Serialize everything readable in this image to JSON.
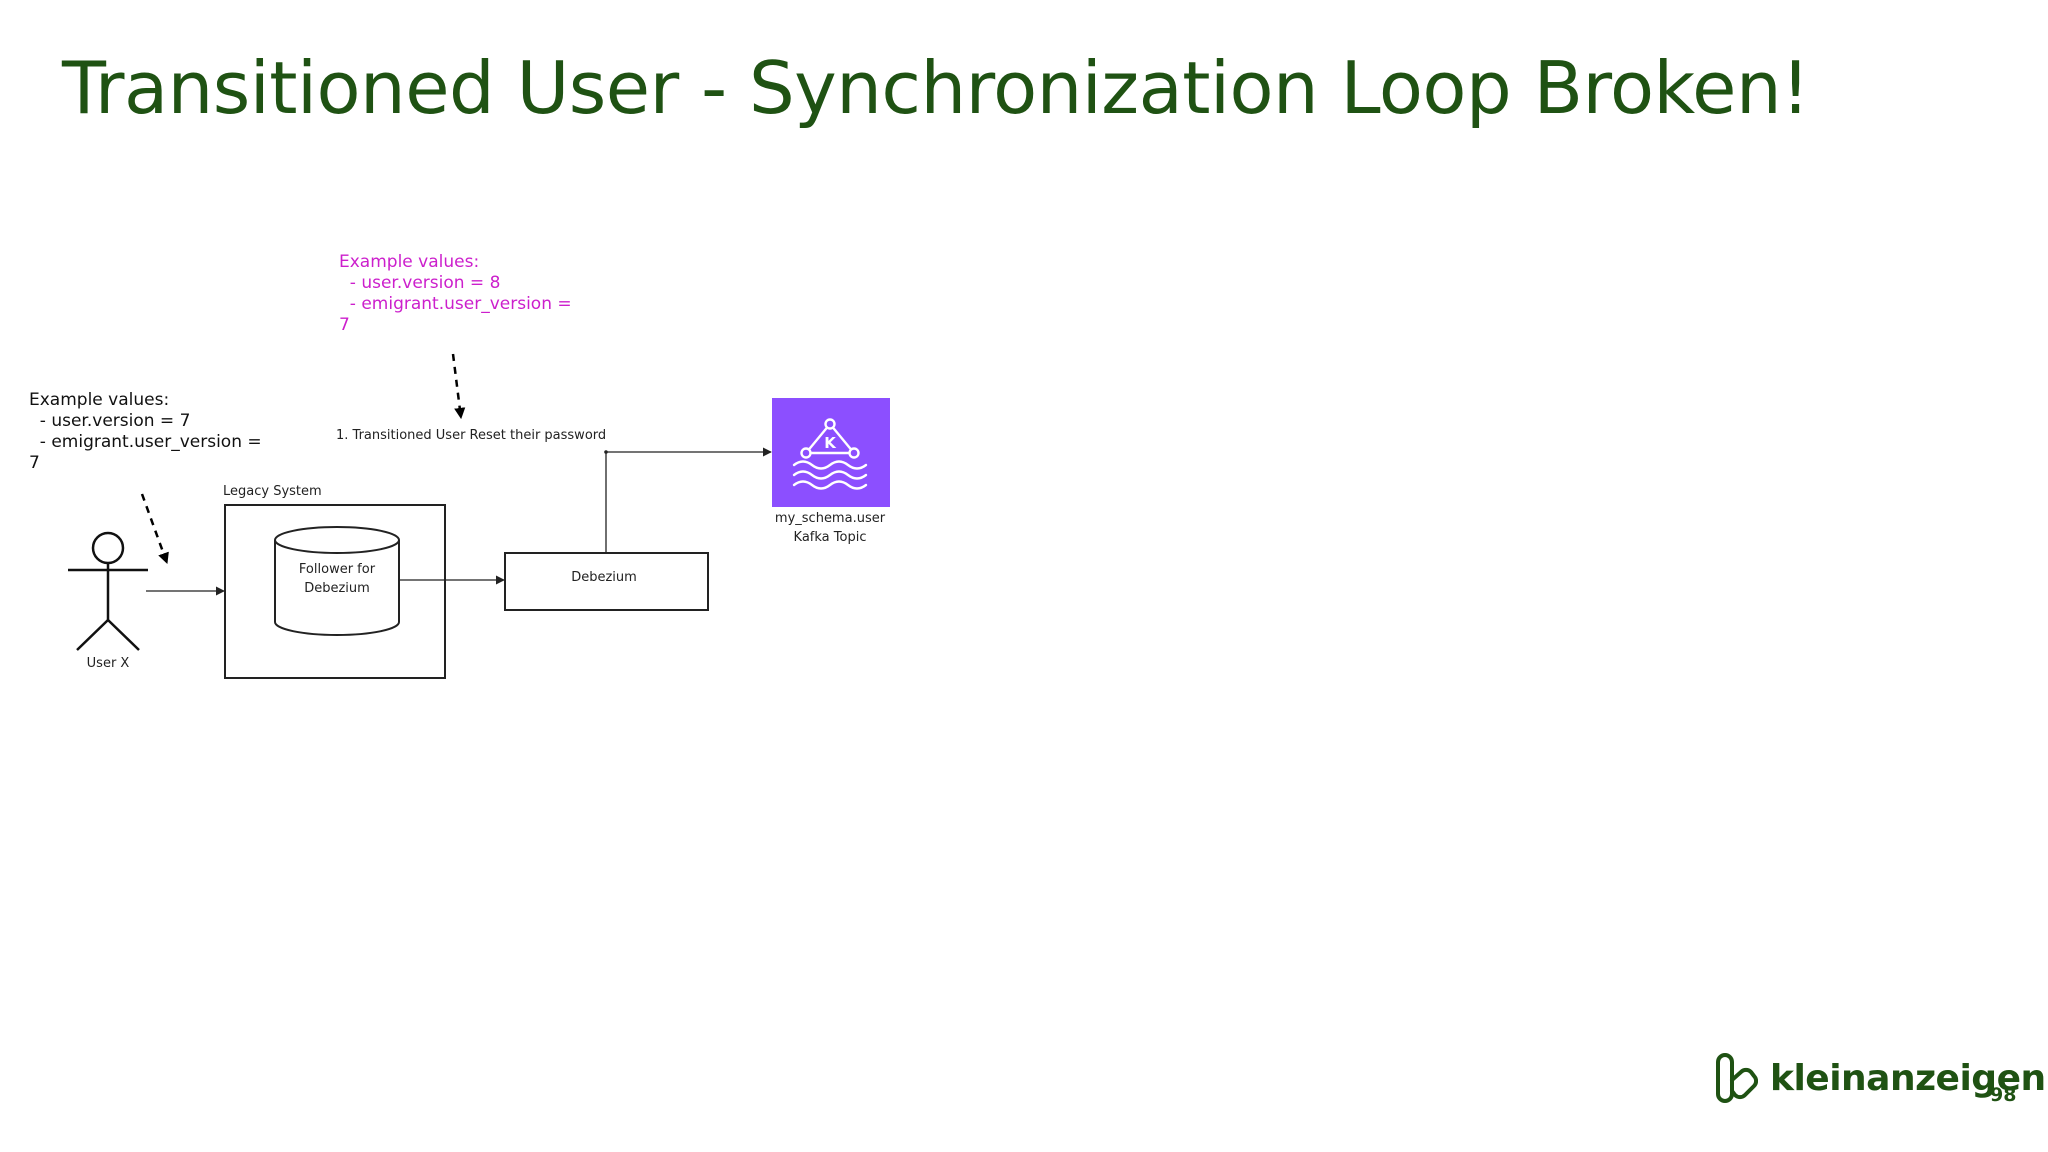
{
  "slide": {
    "title": "Transitioned User - Synchronization Loop Broken!",
    "page_number": "98"
  },
  "notes": {
    "before": "Example values:\n  - user.version = 7\n  - emigrant.user_version =\n7",
    "after": "Example values:\n  - user.version = 8\n  - emigrant.user_version =\n7"
  },
  "diagram": {
    "step_label": "1. Transitioned User Reset their password",
    "legacy_system_label": "Legacy System",
    "follower_label": "Follower for\nDebezium",
    "debezium_label": "Debezium",
    "kafka_topic_name": "my_schema.user",
    "kafka_topic_caption": "Kafka Topic",
    "kafka_icon_letter": "K",
    "user_label": "User X"
  },
  "brand": {
    "name": "kleinanzeigen",
    "icon": "kleinanzeigen-logo-icon"
  },
  "colors": {
    "title": "#1f5213",
    "highlight_note": "#cc1fcc",
    "kafka_tile": "#8c4fff"
  }
}
